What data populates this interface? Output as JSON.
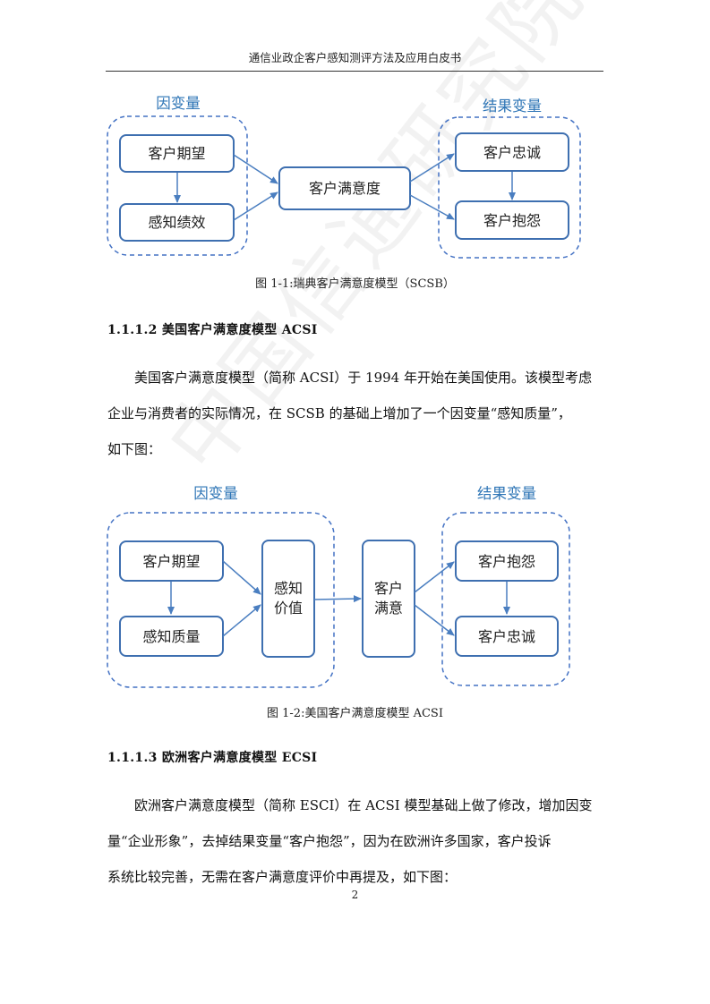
{
  "header": {
    "title": "通信业政企客户感知测评方法及应用白皮书"
  },
  "figure1": {
    "caption": "图 1-1:瑞典客户满意度模型（SCSB）",
    "left_group_label": "因变量",
    "right_group_label": "结果变量",
    "nodes": {
      "expectation": "客户期望",
      "perceived_performance": "感知绩效",
      "satisfaction": "客户满意度",
      "loyalty": "客户忠诚",
      "complaint": "客户抱怨"
    }
  },
  "section_1112": {
    "heading": "1.1.1.2 美国客户满意度模型 ACSI",
    "paragraph_lines": [
      "美国客户满意度模型（简称 ACSI）于 1994 年开始在美国使用。该模型考虑",
      "企业与消费者的实际情况，在 SCSB 的基础上增加了一个因变量“感知质量”，",
      "如下图："
    ]
  },
  "figure2": {
    "caption": "图 1-2:美国客户满意度模型 ACSI",
    "left_group_label": "因变量",
    "right_group_label": "结果变量",
    "nodes": {
      "expectation": "客户期望",
      "perceived_quality": "感知质量",
      "perceived_value_line1": "感知",
      "perceived_value_line2": "价值",
      "satisfaction_line1": "客户",
      "satisfaction_line2": "满意",
      "complaint": "客户抱怨",
      "loyalty": "客户忠诚"
    }
  },
  "section_1113": {
    "heading": "1.1.1.3 欧洲客户满意度模型 ECSI",
    "paragraph_lines": [
      "欧洲客户满意度模型（简称 ESCI）在 ACSI 模型基础上做了修改，增加因变",
      "量“企业形象”，去掉结果变量“客户抱怨”，因为在欧洲许多国家，客户投诉",
      "系统比较完善，无需在客户满意度评价中再提及，如下图："
    ]
  },
  "page_number": "2",
  "watermark": "中国信通研究院",
  "colors": {
    "node_border": "#3e6fb0",
    "dashed_border": "#4472c4",
    "arrow": "#4a7ec0",
    "group_label": "#2e75b6"
  }
}
